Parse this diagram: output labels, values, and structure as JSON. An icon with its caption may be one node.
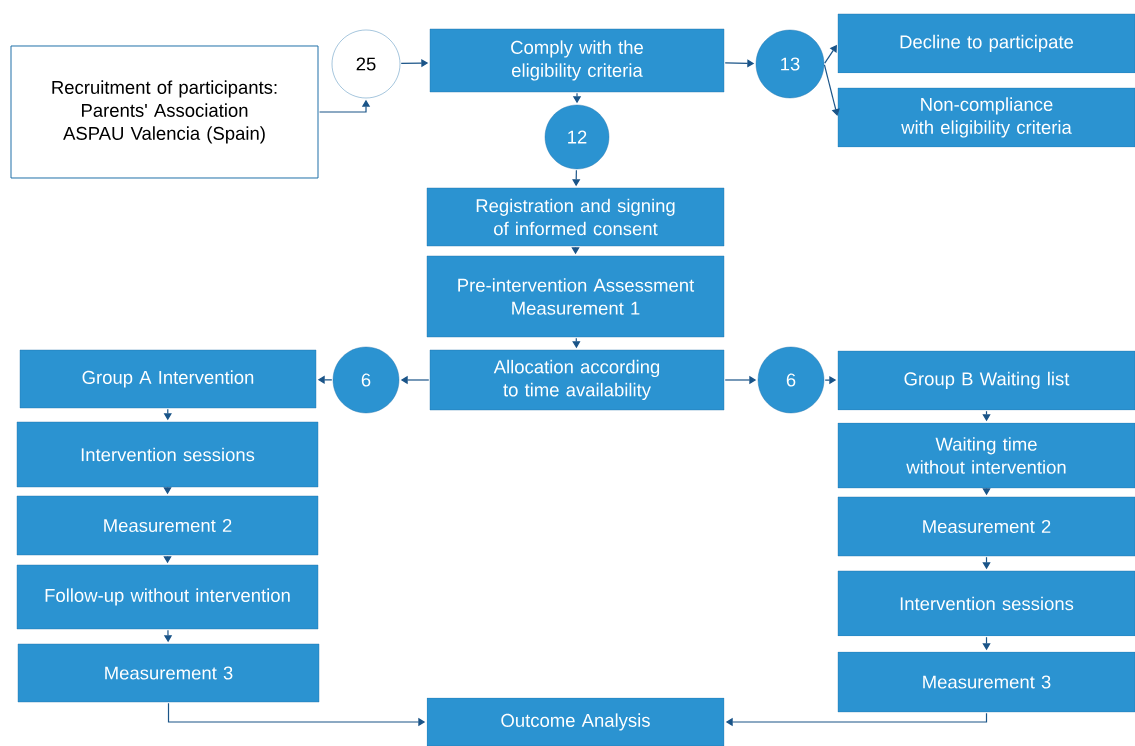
{
  "diagram": {
    "nodes": [
      {
        "text": [
          "Recruitment of participants: Parents' Association ASPAU Valencia (Spain)"
        ]
      },
      {
        "text": [
          "25"
        ]
      },
      {
        "text": [
          "Comply with the eligibility criteria"
        ]
      },
      {
        "text": [
          "13"
        ]
      },
      {
        "text": [
          "Decline to participate"
        ]
      },
      {
        "text": [
          "Non-compliance with eligibility criteria"
        ]
      },
      {
        "text": [
          "12"
        ]
      },
      {
        "text": [
          "Registration and signing of informed consent"
        ]
      },
      {
        "text": [
          "Pre-intervention Assessment Measurement 1"
        ]
      },
      {
        "text": [
          "Allocation according to time availability"
        ]
      },
      {
        "text": [
          "6"
        ]
      },
      {
        "text": [
          "Group A Intervention"
        ]
      },
      {
        "text": [
          "Intervention sessions"
        ]
      },
      {
        "text": [
          "Measurement 2"
        ]
      },
      {
        "text": [
          "Follow-up without intervention"
        ]
      },
      {
        "text": [
          "Measurement 3"
        ]
      },
      {
        "text": [
          "6"
        ]
      },
      {
        "text": [
          "Group B Waiting list"
        ]
      },
      {
        "text": [
          "Waiting time without intervention"
        ]
      },
      {
        "text": [
          "Measurement 2"
        ]
      },
      {
        "text": [
          "Intervention sessions"
        ]
      },
      {
        "text": [
          "Measurement 3"
        ]
      },
      {
        "text": [
          "Outcome Analysis"
        ]
      }
    ],
    "edges": [
      {
        "from": 0,
        "to": 1,
        "arrow": "to"
      },
      {
        "from": 1,
        "to": 2,
        "arrow": "to"
      },
      {
        "from": 2,
        "to": 3,
        "arrow": "to"
      },
      {
        "from": 3,
        "to": 4,
        "arrow": "to"
      },
      {
        "from": 3,
        "to": 5,
        "arrow": "to"
      },
      {
        "from": 2,
        "to": 6,
        "arrow": "to"
      },
      {
        "from": 6,
        "to": 7,
        "arrow": "to"
      },
      {
        "from": 7,
        "to": 8,
        "arrow": "to"
      },
      {
        "from": 8,
        "to": 9,
        "arrow": "to"
      },
      {
        "from": 9,
        "to": 10,
        "arrow": "to"
      },
      {
        "from": 10,
        "to": 11,
        "arrow": "to"
      },
      {
        "from": 11,
        "to": 12,
        "arrow": "to"
      },
      {
        "from": 12,
        "to": 13,
        "arrow": "to"
      },
      {
        "from": 13,
        "to": 14,
        "arrow": "to"
      },
      {
        "from": 14,
        "to": 15,
        "arrow": "to"
      },
      {
        "from": 9,
        "to": 16,
        "arrow": "to"
      },
      {
        "from": 16,
        "to": 17,
        "arrow": "to"
      },
      {
        "from": 17,
        "to": 18,
        "arrow": "to"
      },
      {
        "from": 18,
        "to": 19,
        "arrow": "to"
      },
      {
        "from": 19,
        "to": 20,
        "arrow": "to"
      },
      {
        "from": 20,
        "to": 21,
        "arrow": "to"
      },
      {
        "from": 15,
        "to": 22,
        "arrow": "to"
      },
      {
        "from": 21,
        "to": 22,
        "arrow": "to"
      }
    ]
  }
}
